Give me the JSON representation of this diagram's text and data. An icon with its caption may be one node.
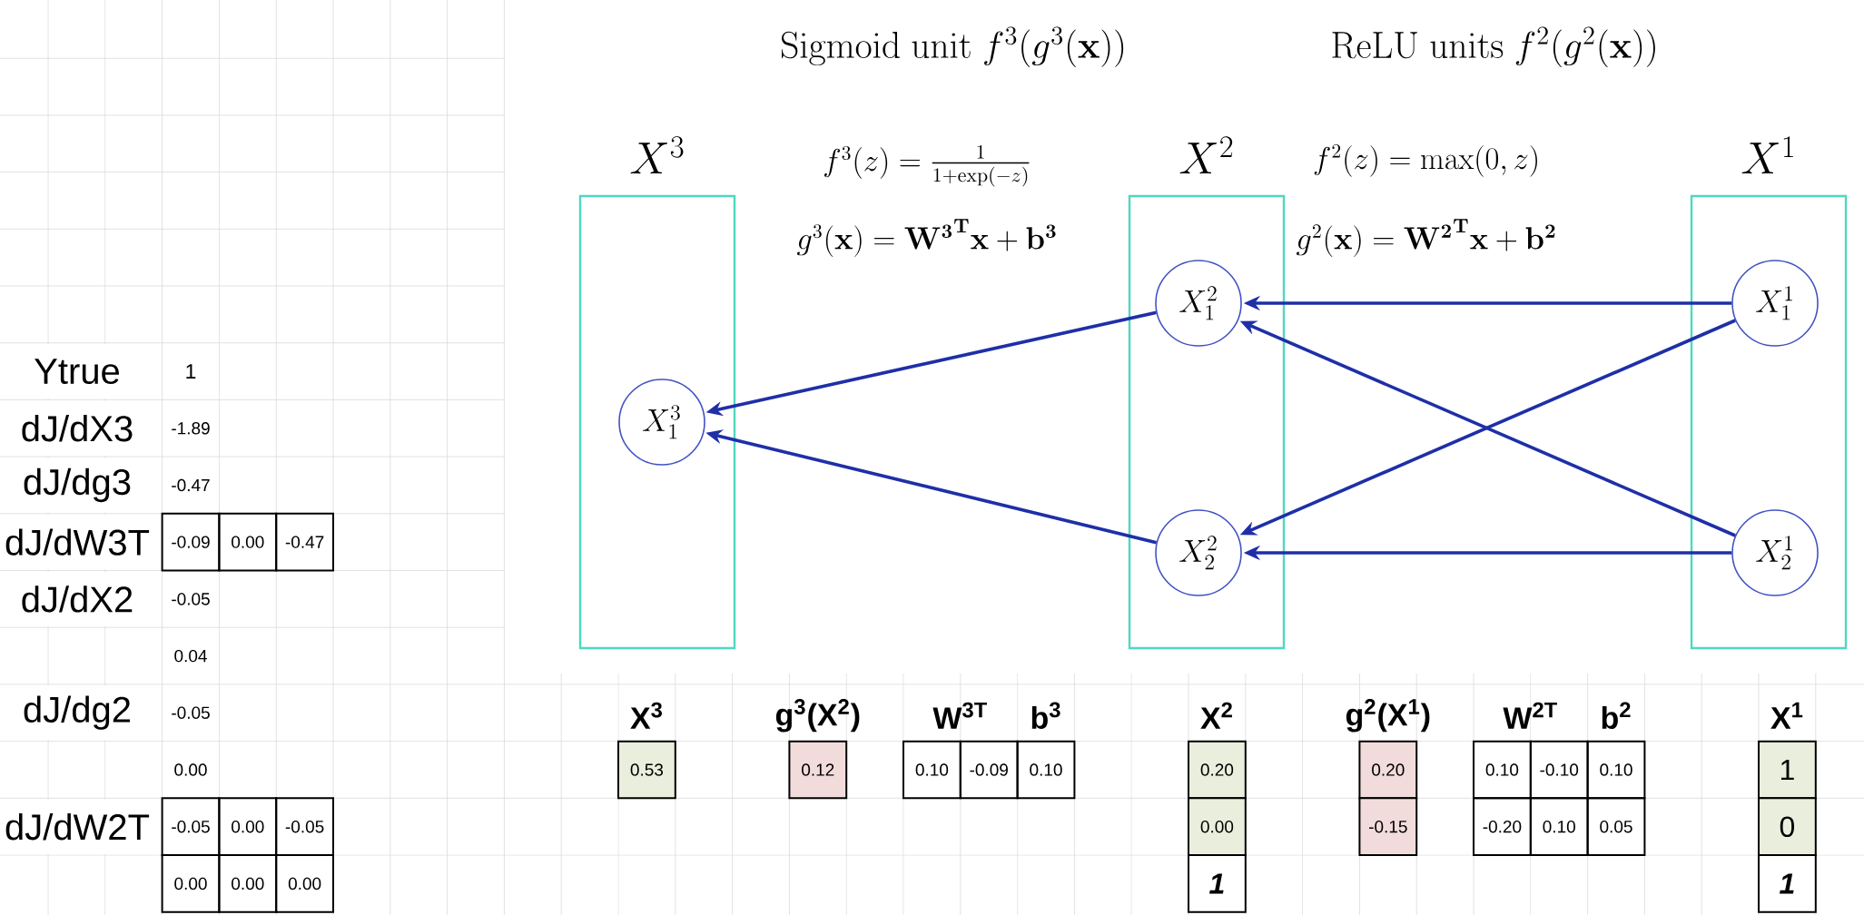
{
  "diagram": {
    "nodes": [
      {
        "text": [
          "X^{3}"
        ]
      },
      {
        "text": [
          "X^{3}_{1}"
        ],
        "in": 0
      },
      {
        "text": [
          "X^{2}"
        ]
      },
      {
        "text": [
          "X^{2}_{1}"
        ],
        "in": 2
      },
      {
        "text": [
          "X^{2}_{2}"
        ],
        "in": 2
      },
      {
        "text": [
          "X^{1}"
        ]
      },
      {
        "text": [
          "X^{1}_{1}"
        ],
        "in": 5
      },
      {
        "text": [
          "X^{1}_{2}"
        ],
        "in": 5
      }
    ],
    "edges": [
      {
        "from": 3,
        "to": 1,
        "arrow": "to"
      },
      {
        "from": 4,
        "to": 1,
        "arrow": "to"
      },
      {
        "from": 6,
        "to": 3,
        "arrow": "to"
      },
      {
        "from": 6,
        "to": 4,
        "arrow": "to"
      },
      {
        "from": 7,
        "to": 3,
        "arrow": "to"
      },
      {
        "from": 7,
        "to": 4,
        "arrow": "to"
      }
    ],
    "labels": [
      "\\mathrm{Sigmoid\\ unit}\\ f^{3}(g^{3}(\\mathbf{x}))",
      "\\mathrm{ReLU\\ units}\\ f^{2}(g^{2}(\\mathbf{x}))",
      "f^{3}(z) = \\frac{1}{1+\\exp(-z)}",
      "g^{3}(\\mathbf{x}) = {\\mathbf{W}^{\\mathbf{3}}}^{\\mathbf{T}}\\mathbf{x} + \\mathbf{b}^{\\mathbf{3}}",
      "f^{2}(z) = \\max(0, z)",
      "g^{2}(\\mathbf{x}) = {\\mathbf{W}^{\\mathbf{2}}}^{\\mathbf{T}}\\mathbf{x} + \\mathbf{b}^{\\mathbf{2}}",
      "Ytrue",
      "1",
      "dJ/dX3",
      "-1.89",
      "dJ/dg3",
      "-0.47",
      "dJ/dW3T",
      "-0.09",
      "0.00",
      "-0.47",
      "dJ/dX2",
      "-0.05",
      "0.04",
      "dJ/dg2",
      "-0.05",
      "X$^{3}$",
      "g$^{3}$(X$^{2}$)",
      "W$^{3T}$",
      "b$^{3}$",
      "X$^{2}$",
      "g$^{2}$(X$^{1}$)",
      "W$^{2T}$",
      "b$^{2}$",
      "X$^{1}$",
      "0.00",
      "0.53",
      "0.12",
      "0.10",
      "-0.09",
      "0.10",
      "0.20",
      "0.20",
      "0.10",
      "-0.10",
      "0.10",
      "1",
      "dJ/dW2T",
      "-0.05",
      "0.00",
      "-0.05",
      "0.00",
      "-0.15",
      "-0.20",
      "0.10",
      "0.05",
      "0",
      "0.00",
      "0.00",
      "0.00",
      "1",
      "1"
    ]
  }
}
